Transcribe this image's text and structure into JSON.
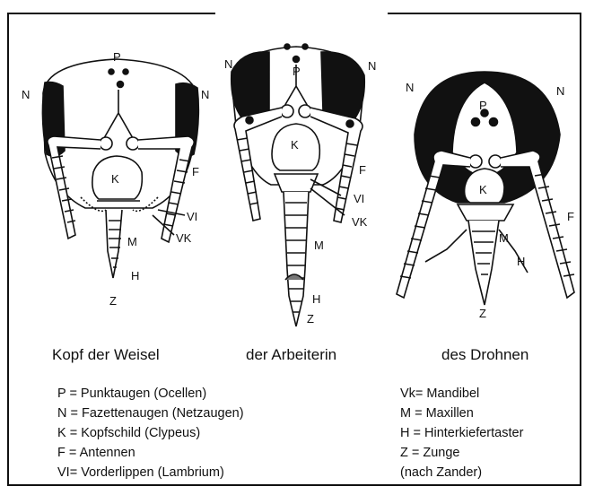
{
  "letters": {
    "P": "P",
    "N": "N",
    "K": "K",
    "F": "F",
    "VI": "VI",
    "VK": "VK",
    "M": "M",
    "H": "H",
    "Z": "Z"
  },
  "captions": {
    "queen": "Kopf der Weisel",
    "worker": "der Arbeiterin",
    "drone": "des Drohnen"
  },
  "legend_left": [
    "P = Punktaugen (Ocellen)",
    "N = Fazettenaugen (Netzaugen)",
    "K = Kopfschild (Clypeus)",
    "F = Antennen",
    "VI= Vorderlippen (Lambrium)"
  ],
  "legend_right": [
    "Vk= Mandibel",
    "M = Maxillen",
    "H = Hinterkiefertaster",
    "Z = Zunge",
    "(nach Zander)"
  ]
}
